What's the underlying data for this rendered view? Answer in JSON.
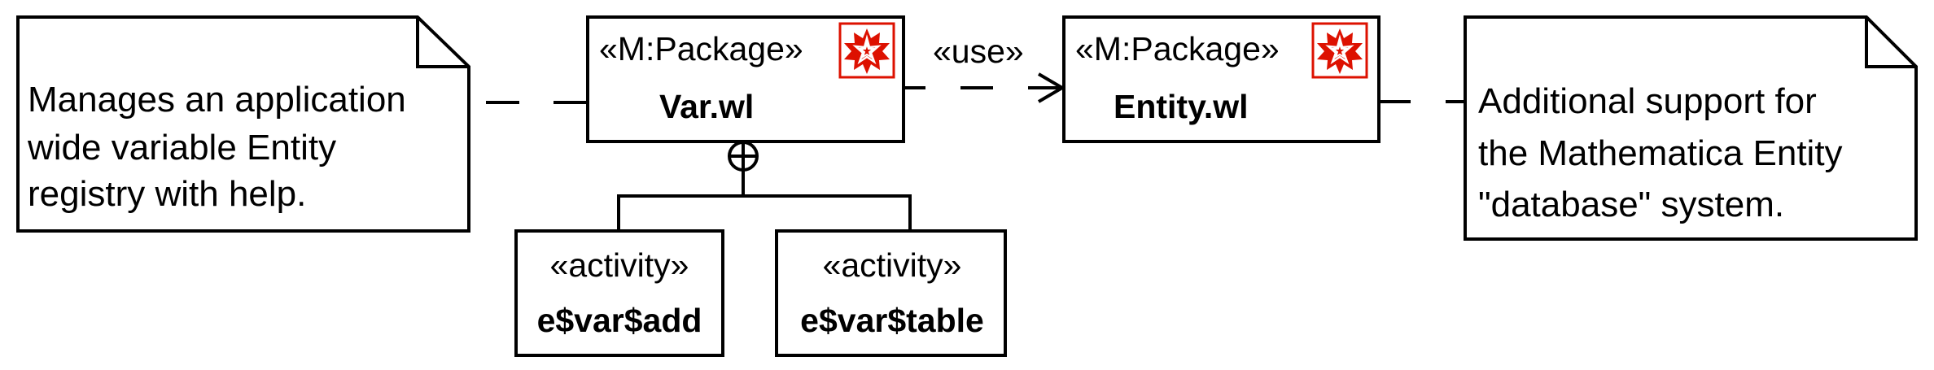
{
  "diagram": {
    "type": "UML package diagram",
    "notes": [
      {
        "id": "var-note",
        "lines": [
          "Manages an application",
          "wide variable Entity",
          "registry with help."
        ]
      },
      {
        "id": "entity-note",
        "lines": [
          "Additional support for",
          "the Mathematica Entity",
          "\"database\" system."
        ]
      }
    ],
    "packages": [
      {
        "id": "var-package",
        "stereotype": "«M:Package»",
        "name": "Var.wl",
        "icon": "wolfram-spikey-icon"
      },
      {
        "id": "entity-package",
        "stereotype": "«M:Package»",
        "name": "Entity.wl",
        "icon": "wolfram-spikey-icon"
      }
    ],
    "activities": [
      {
        "id": "add-activity",
        "stereotype": "«activity»",
        "name": "e$var$add"
      },
      {
        "id": "table-activity",
        "stereotype": "«activity»",
        "name": "e$var$table"
      }
    ],
    "relations": [
      {
        "type": "dependency",
        "label": "«use»",
        "from": "Var.wl",
        "to": "Entity.wl"
      },
      {
        "type": "note-anchor",
        "from": "var-note",
        "to": "Var.wl"
      },
      {
        "type": "note-anchor",
        "from": "entity-note",
        "to": "Entity.wl"
      },
      {
        "type": "containment",
        "from": "Var.wl",
        "to": [
          "e$var$add",
          "e$var$table"
        ]
      }
    ],
    "colors": {
      "line": "#000000",
      "background": "#ffffff",
      "icon_red": "#dd1100"
    }
  }
}
